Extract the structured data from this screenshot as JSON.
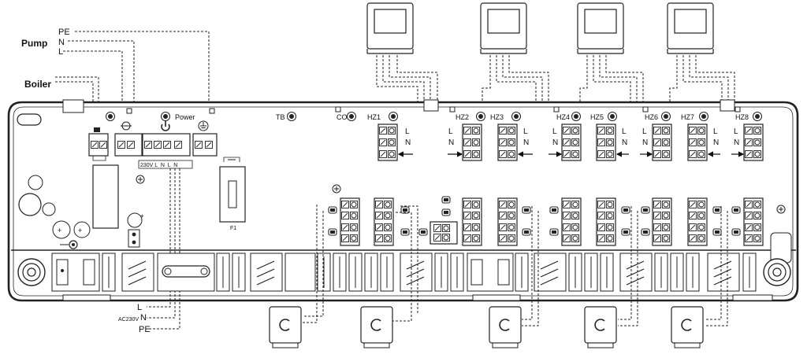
{
  "labels": {
    "pump": "Pump",
    "boiler": "Boiler",
    "pe": "PE",
    "n": "N",
    "l": "L",
    "power": "Power",
    "tb": "TB",
    "co": "CO",
    "hz1": "HZ1",
    "hz2": "HZ2",
    "hz3": "HZ3",
    "hz4": "HZ4",
    "hz5": "HZ5",
    "hz6": "HZ6",
    "hz7": "HZ7",
    "hz8": "HZ8",
    "terminal_strip": "230V L  N  L  N",
    "fuse": "F1",
    "ac230v": "AC230V"
  },
  "icons": {
    "thermostat": "room-thermostat-icon",
    "actuator": "valve-actuator-icon",
    "power": "power-icon",
    "earth": "earth-icon",
    "pump": "pump-icon"
  }
}
